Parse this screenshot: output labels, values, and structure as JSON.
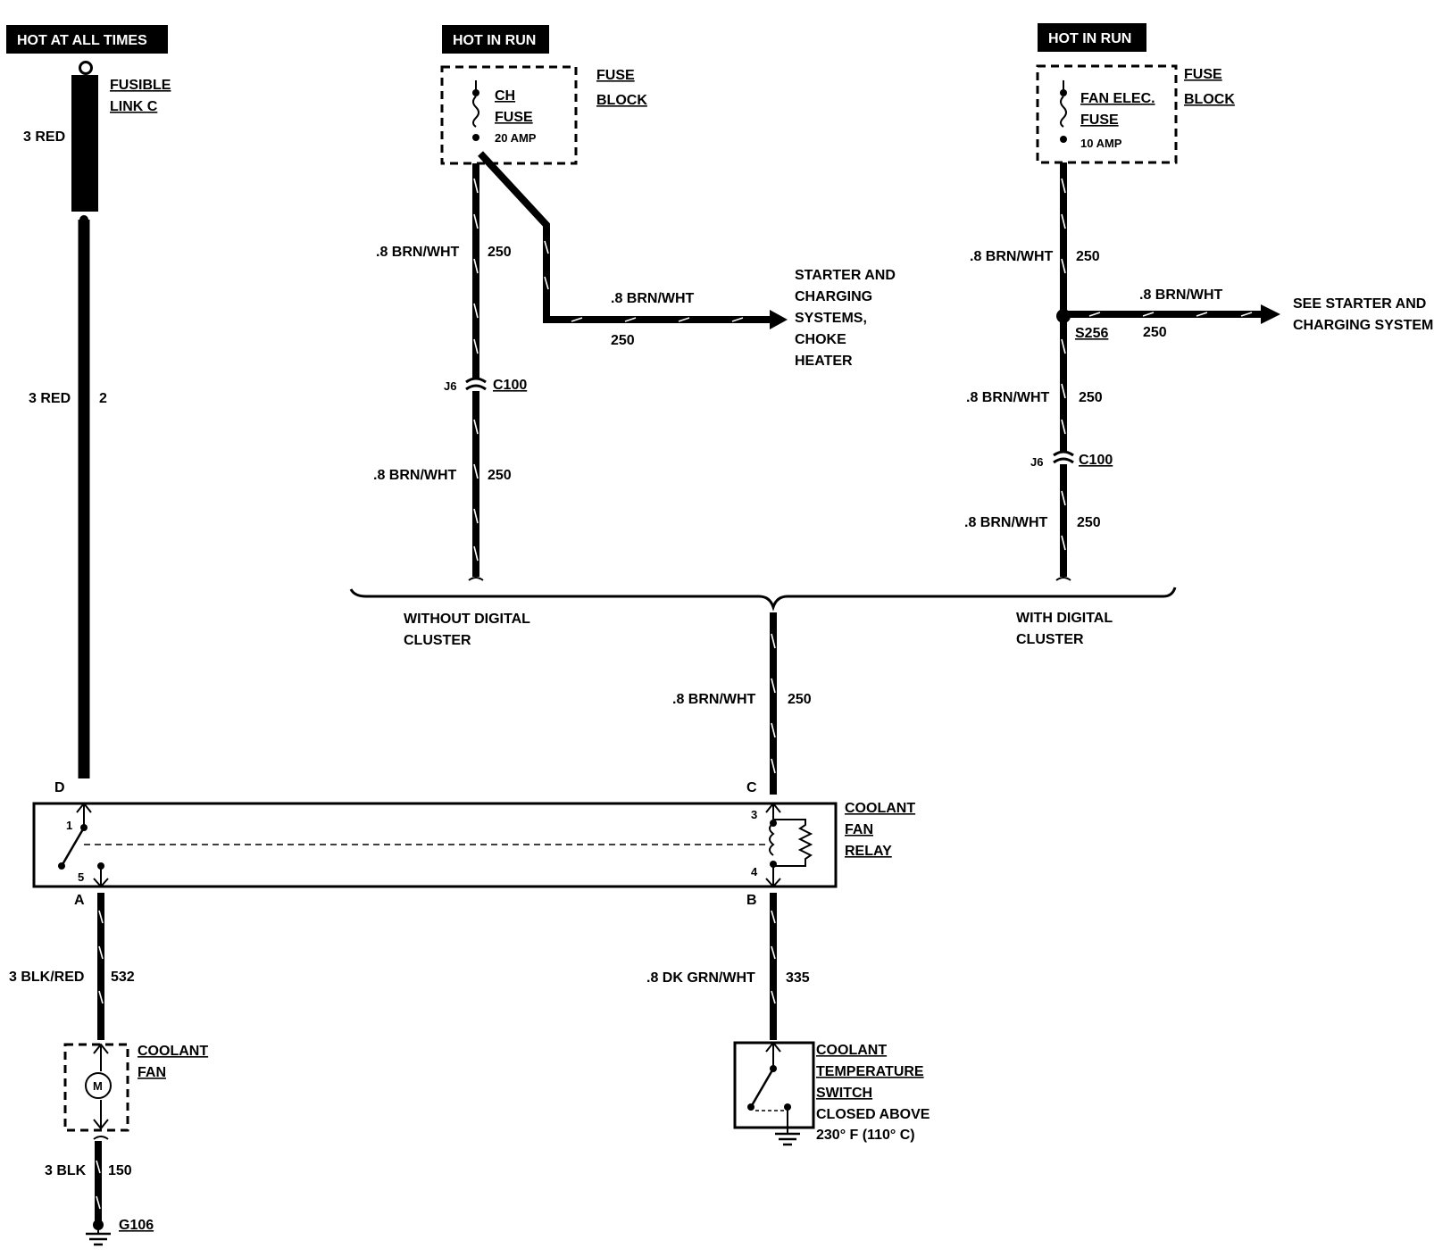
{
  "badges": {
    "hot_all_times": "HOT AT ALL TIMES",
    "hot_in_run_1": "HOT IN RUN",
    "hot_in_run_2": "HOT IN RUN"
  },
  "fusible_link": {
    "line1": "FUSIBLE",
    "line2": "LINK C"
  },
  "left_wire": {
    "top_color": "3 RED",
    "mid_color": "3 RED",
    "mid_circuit": "2"
  },
  "fuse_block_1": {
    "label1": "FUSE",
    "label2": "BLOCK",
    "fuse_name1": "CH",
    "fuse_name2": "FUSE",
    "rating": "20 AMP"
  },
  "fuse_block_2": {
    "label1": "FUSE",
    "label2": "BLOCK",
    "fuse_name1": "FAN ELEC.",
    "fuse_name2": "FUSE",
    "rating": "10 AMP"
  },
  "center_wire": {
    "upper_color": ".8 BRN/WHT",
    "upper_circuit": "250",
    "connector_pin": "J6",
    "connector": "C100",
    "lower_color": ".8 BRN/WHT",
    "lower_circuit": "250",
    "branch_color": ".8 BRN/WHT",
    "branch_circuit": "250",
    "branch_dest": [
      "STARTER AND",
      "CHARGING",
      "SYSTEMS,",
      "CHOKE",
      "HEATER"
    ]
  },
  "right_wire": {
    "upper_color": ".8 BRN/WHT",
    "upper_circuit": "250",
    "splice": "S256",
    "branch_color": ".8 BRN/WHT",
    "branch_circuit": "250",
    "branch_dest": [
      "SEE STARTER AND",
      "CHARGING SYSTEM"
    ],
    "mid_color": ".8 BRN/WHT",
    "mid_circuit": "250",
    "connector_pin": "J6",
    "connector": "C100",
    "lower_color": ".8 BRN/WHT",
    "lower_circuit": "250"
  },
  "options": {
    "without_1": "WITHOUT DIGITAL",
    "without_2": "CLUSTER",
    "with_1": "WITH DIGITAL",
    "with_2": "CLUSTER"
  },
  "relay_feed": {
    "color": ".8 BRN/WHT",
    "circuit": "250"
  },
  "relay": {
    "label1": "COOLANT",
    "label2": "FAN",
    "label3": "RELAY",
    "term_d": "D",
    "term_c": "C",
    "term_a": "A",
    "term_b": "B",
    "pin1": "1",
    "pin5": "5",
    "pin3": "3",
    "pin4": "4"
  },
  "fan_wire": {
    "color": "3 BLK/RED",
    "circuit": "532"
  },
  "fan": {
    "label1": "COOLANT",
    "label2": "FAN",
    "motor": "M"
  },
  "ground_wire": {
    "color": "3 BLK",
    "circuit": "150",
    "ground": "G106"
  },
  "switch_wire": {
    "color": ".8 DK GRN/WHT",
    "circuit": "335"
  },
  "temp_switch": {
    "label1": "COOLANT",
    "label2": "TEMPERATURE",
    "label3": "SWITCH",
    "label4": "CLOSED ABOVE",
    "label5": "230° F (110° C)"
  }
}
